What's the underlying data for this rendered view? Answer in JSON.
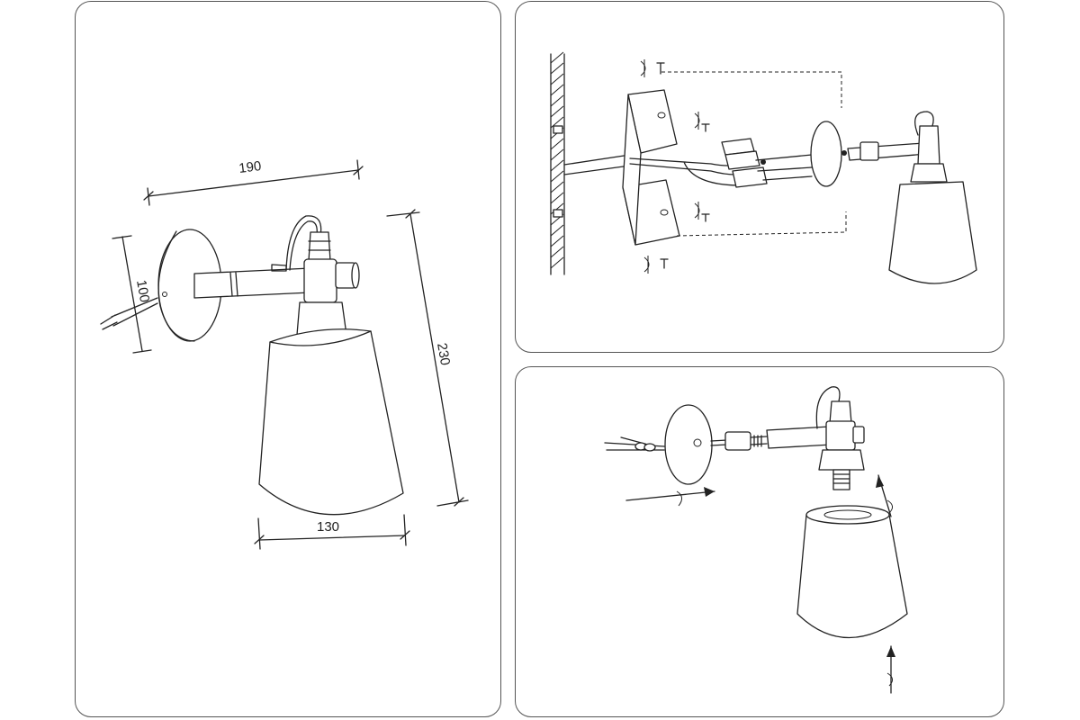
{
  "dimensions": {
    "width_total": "190",
    "height_total": "230",
    "base_diameter": "100",
    "shade_diameter": "130"
  },
  "panels": [
    "dimension-drawing",
    "wall-mounting-diagram",
    "shade-assembly-diagram"
  ]
}
